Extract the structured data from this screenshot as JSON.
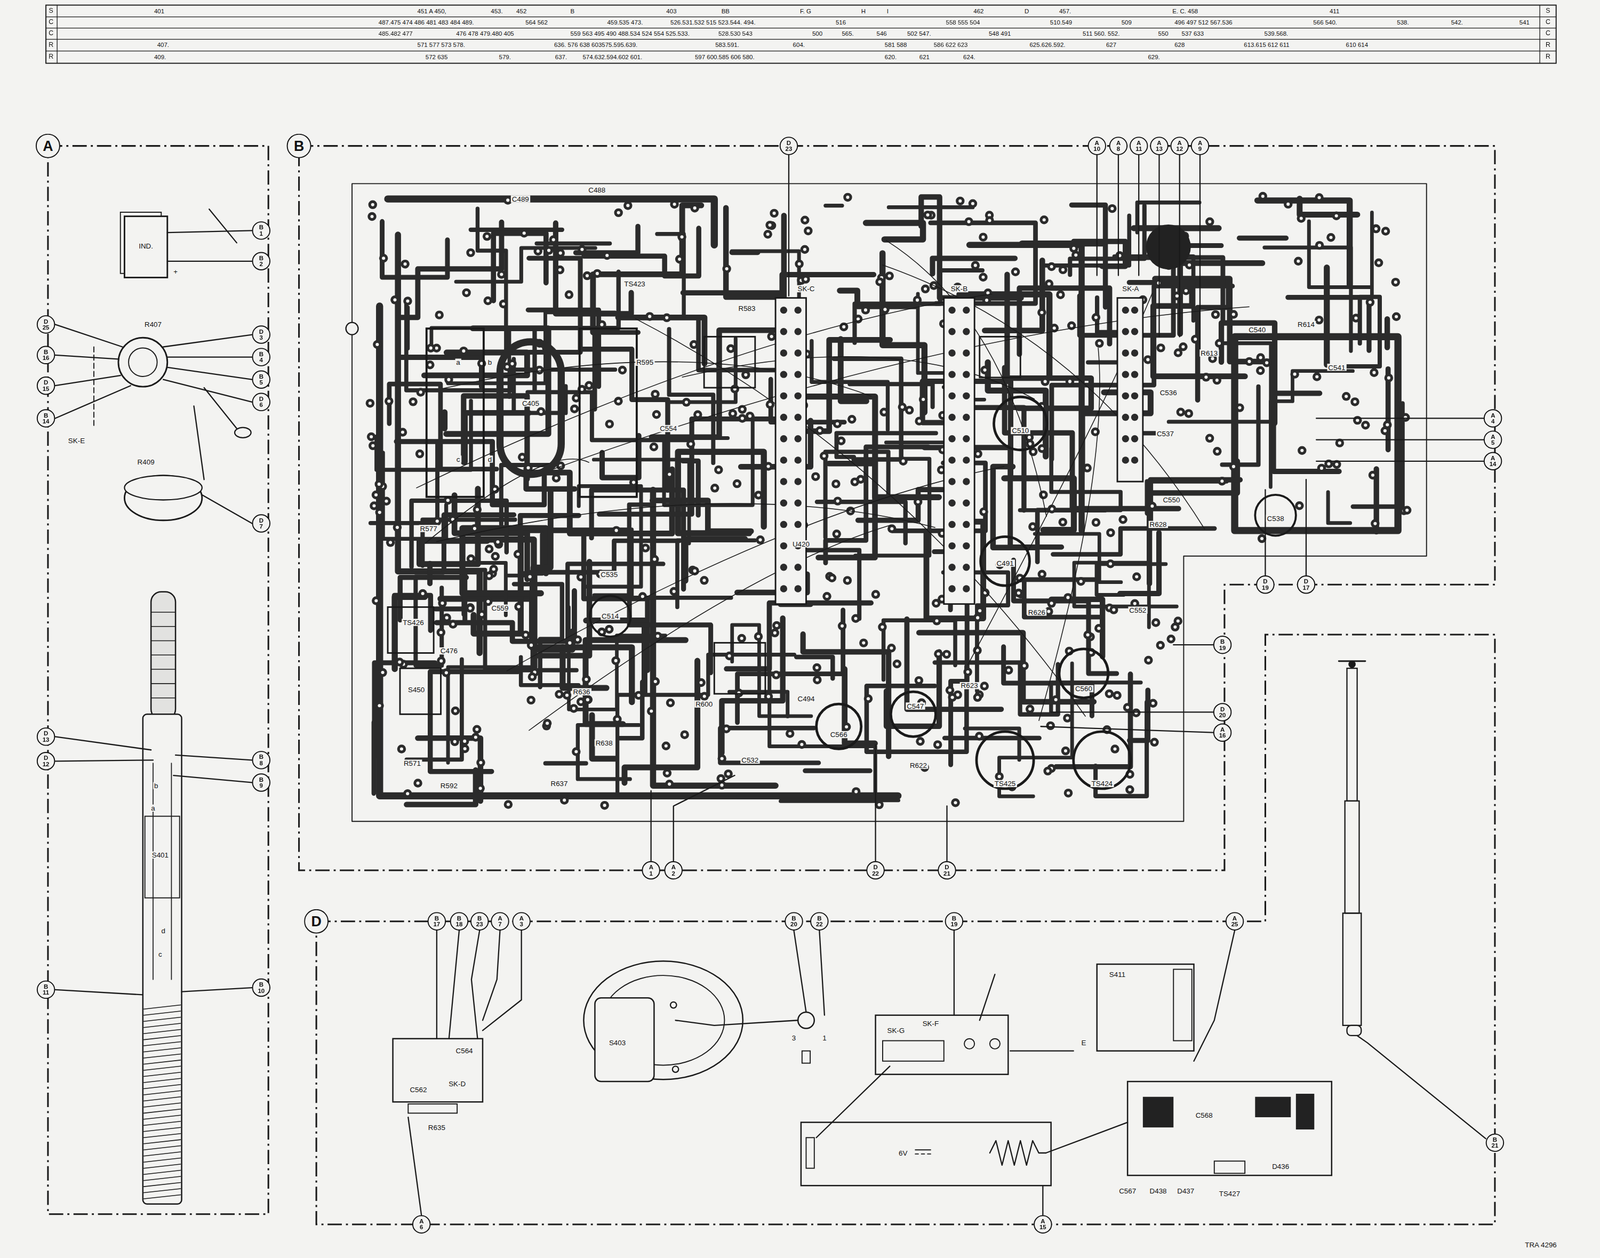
{
  "diagram": {
    "nodes": [
      {
        "text": [
          "A"
        ]
      },
      {
        "text": [
          "B 1"
        ],
        "in": 0
      },
      {
        "text": [
          "B 2"
        ],
        "in": 0
      },
      {
        "text": [
          "D 25"
        ],
        "in": 0
      },
      {
        "text": [
          "B 16"
        ],
        "in": 0
      },
      {
        "text": [
          "D 15"
        ],
        "in": 0
      },
      {
        "text": [
          "B 14"
        ],
        "in": 0
      },
      {
        "text": [
          "D 3"
        ],
        "in": 0
      },
      {
        "text": [
          "B 4"
        ],
        "in": 0
      },
      {
        "text": [
          "B 5"
        ],
        "in": 0
      },
      {
        "text": [
          "D 6"
        ],
        "in": 0
      },
      {
        "text": [
          "D 7"
        ],
        "in": 0
      },
      {
        "text": [
          "D 13"
        ],
        "in": 0
      },
      {
        "text": [
          "D 12"
        ],
        "in": 0
      },
      {
        "text": [
          "B 8"
        ],
        "in": 0
      },
      {
        "text": [
          "B 9"
        ],
        "in": 0
      },
      {
        "text": [
          "B 11"
        ],
        "in": 0
      },
      {
        "text": [
          "B 10"
        ],
        "in": 0
      },
      {
        "text": [
          "B"
        ]
      },
      {
        "text": [
          "D 23"
        ],
        "in": 18
      },
      {
        "text": [
          "A 10"
        ],
        "in": 18
      },
      {
        "text": [
          "A 8"
        ],
        "in": 18
      },
      {
        "text": [
          "A 11"
        ],
        "in": 18
      },
      {
        "text": [
          "A 13"
        ],
        "in": 18
      },
      {
        "text": [
          "A 12"
        ],
        "in": 18
      },
      {
        "text": [
          "A 9"
        ],
        "in": 18
      },
      {
        "text": [
          "A 4"
        ],
        "in": 18
      },
      {
        "text": [
          "A 5"
        ],
        "in": 18
      },
      {
        "text": [
          "A 14"
        ],
        "in": 18
      },
      {
        "text": [
          "D 19"
        ],
        "in": 18
      },
      {
        "text": [
          "D 17"
        ],
        "in": 18
      },
      {
        "text": [
          "B 19"
        ],
        "in": 18
      },
      {
        "text": [
          "D 20"
        ],
        "in": 18
      },
      {
        "text": [
          "A 16"
        ],
        "in": 18
      },
      {
        "text": [
          "A 1"
        ],
        "in": 18
      },
      {
        "text": [
          "A 2"
        ],
        "in": 18
      },
      {
        "text": [
          "D 22"
        ],
        "in": 18
      },
      {
        "text": [
          "D 21"
        ],
        "in": 18
      },
      {
        "text": [
          "D"
        ]
      },
      {
        "text": [
          "B 17"
        ],
        "in": 38
      },
      {
        "text": [
          "B 18"
        ],
        "in": 38
      },
      {
        "text": [
          "B 23"
        ],
        "in": 38
      },
      {
        "text": [
          "A 7"
        ],
        "in": 38
      },
      {
        "text": [
          "A 3"
        ],
        "in": 38
      },
      {
        "text": [
          "B 20"
        ],
        "in": 38
      },
      {
        "text": [
          "B 22"
        ],
        "in": 38
      },
      {
        "text": [
          "B 19"
        ],
        "in": 38
      },
      {
        "text": [
          "A 25"
        ],
        "in": 38
      },
      {
        "text": [
          "B 21"
        ],
        "in": 38
      },
      {
        "text": [
          "A 6"
        ],
        "in": 38
      },
      {
        "text": [
          "A 15"
        ],
        "in": 38
      }
    ],
    "labels": [
      "S",
      "C",
      "C",
      "R",
      "R",
      "S",
      "C",
      "C",
      "R",
      "R",
      "401",
      "451 A 450,",
      "453.",
      "452",
      "B",
      "403",
      "BB",
      "F. G",
      "H",
      "I",
      "462",
      "D",
      "457.",
      "E. C. 458",
      "411",
      "487.475 474 486 481 483 484 489.",
      "564 562",
      "459.535 473.",
      "526.531.532 515 523.544. 494.",
      "516",
      "558 555 504",
      "510.549",
      "509",
      "496 497 512 567.536",
      "566 540.",
      "538.",
      "542.",
      "541",
      "485.482 477",
      "476 478 479.480 405",
      "559 563 495 490 488.534 524 554 525.533.",
      "528.530 543",
      "500",
      "565.",
      "546",
      "502 547.",
      "548 491",
      "511 560. 552.",
      "550",
      "537 633",
      "539.568.",
      "407.",
      "571 577 573 578.",
      "636. 576 638 603575.595.639.",
      "583.591.",
      "604.",
      "581 588",
      "586 622 623",
      "625.626.592.",
      "627",
      "628",
      "613.615 612 611",
      "610 614",
      "409.",
      "572 635",
      "579.",
      "637.",
      "574.632.594.602 601.",
      "597 600.585 606 580.",
      "620.",
      "621",
      "624.",
      "629.",
      "IND.",
      "+",
      "R407",
      "SK-E",
      "R409",
      "b",
      "a",
      "S401",
      "d",
      "c",
      "C405",
      "a",
      "b",
      "c",
      "d",
      "SK-C",
      "SK-B",
      "SK-A",
      "C510",
      "C491",
      "U420",
      "C514",
      "C535",
      "C554",
      "C566",
      "C547",
      "TS425",
      "TS424",
      "C560",
      "R622",
      "S450",
      "TS426",
      "C476",
      "R577",
      "C559",
      "R636",
      "R600",
      "C532",
      "R628",
      "R626",
      "C536",
      "C537",
      "C538",
      "C541",
      "R614",
      "C540",
      "R613",
      "C552",
      "R595",
      "R583",
      "C488",
      "C489",
      "TS423",
      "R623",
      "C550",
      "R638",
      "R637",
      "R571",
      "R592",
      "C494",
      "SK-D",
      "C562",
      "R635",
      "C564",
      "S403",
      "SK-G",
      "SK-F",
      "S411",
      "6V",
      "C568",
      "C567",
      "D438",
      "D437",
      "TS427",
      "D436",
      "TRA 4296",
      "3",
      "1",
      "E"
    ]
  }
}
